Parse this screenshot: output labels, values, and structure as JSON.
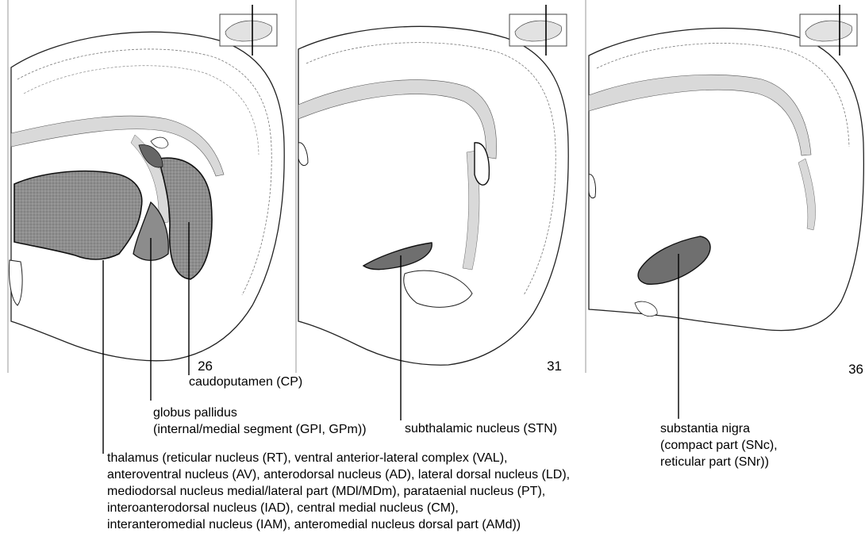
{
  "panels": [
    {
      "number": "26"
    },
    {
      "number": "31"
    },
    {
      "number": "36"
    }
  ],
  "labels": {
    "cp": "caudoputamen (CP)",
    "gp": {
      "line1": "globus pallidus",
      "line2": "(internal/medial segment (GPI, GPm))"
    },
    "stn": "subthalamic nucleus (STN)",
    "sn": {
      "line1": "substantia nigra",
      "line2": "(compact part (SNc),",
      "line3": "reticular part (SNr))"
    },
    "thalamus": [
      "thalamus (reticular nucleus (RT), ventral anterior-lateral complex (VAL),",
      "anteroventral nucleus (AV), anterodorsal nucleus (AD), lateral dorsal nucleus (LD),",
      "mediodorsal nucleus medial/lateral part (MDl/MDm), parataenial nucleus (PT),",
      "interoanterodorsal nucleus (IAD), central medial nucleus (CM),",
      "interanteromedial nucleus (IAM), anteromedial nucleus dorsal part (AMd))"
    ]
  },
  "colors": {
    "highlight_dark": "#6f6f6f",
    "highlight_mid": "#8c8c8c",
    "white_matter": "#d9d9d9",
    "outline": "#111111"
  }
}
